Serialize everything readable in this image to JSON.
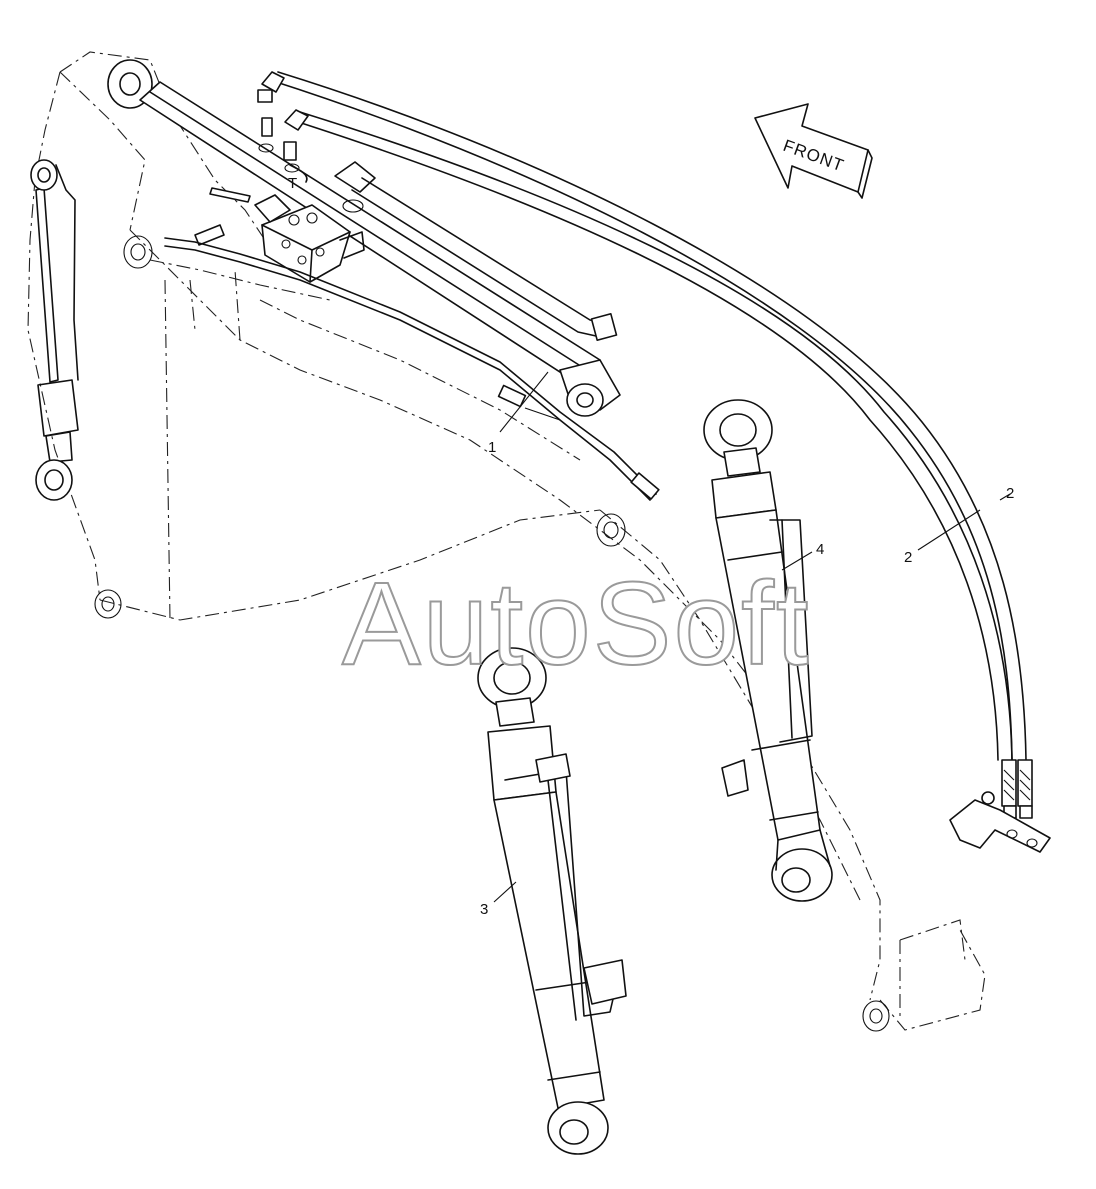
{
  "direction_label": "FRONT",
  "watermark": "AutoSoft",
  "callouts": {
    "c1": "1",
    "c2a": "2",
    "c2b": "2",
    "c3": "3",
    "c4": "4"
  },
  "valve_port_label": "T"
}
